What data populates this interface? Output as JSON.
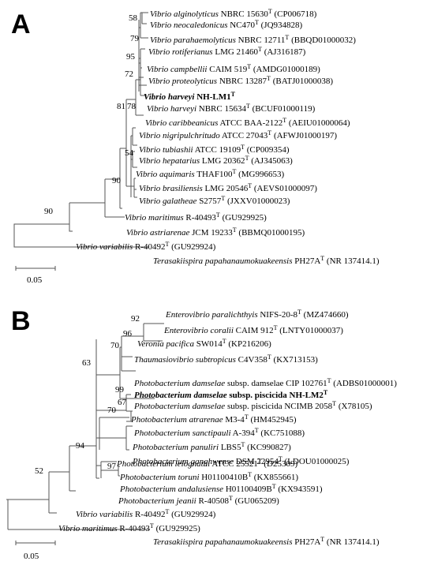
{
  "panels": [
    {
      "label": "A",
      "scale": "0.05",
      "taxa": [
        {
          "species": "Vibrio alginolyticus",
          "strain": "NBRC 15630",
          "type": true,
          "acc": "(CP006718)"
        },
        {
          "species": "Vibrio neocaledonicus",
          "strain": "NC470",
          "type": true,
          "acc": "(JQ934828)"
        },
        {
          "species": "Vibrio parahaemolyticus",
          "strain": "NBRC 12711",
          "type": true,
          "acc": "(BBQD01000032)"
        },
        {
          "species": "Vibrio rotiferianus",
          "strain": "LMG 21460",
          "type": true,
          "acc": "(AJ316187)"
        },
        {
          "species": "Vibrio campbellii",
          "strain": "CAIM 519",
          "type": true,
          "acc": "(AMDG01000189)"
        },
        {
          "species": "Vibrio proteolyticus",
          "strain": "NBRC 13287",
          "type": true,
          "acc": "(BATJ01000038)"
        },
        {
          "species": "Vibrio harveyi",
          "strain": "NH-LM1",
          "type": true,
          "acc": "",
          "bold": true
        },
        {
          "species": "Vibrio harveyi",
          "strain": "NBRC 15634",
          "type": true,
          "acc": "(BCUF01000119)"
        },
        {
          "species": "Vibrio caribbeanicus",
          "strain": "ATCC BAA-2122",
          "type": true,
          "acc": "(AEIU01000064)"
        },
        {
          "species": "Vibrio nigripulchritudo",
          "strain": "ATCC 27043",
          "type": true,
          "acc": "(AFWJ01000197)"
        },
        {
          "species": "Vibrio tubiashii",
          "strain": "ATCC 19109",
          "type": true,
          "acc": "(CP009354)"
        },
        {
          "species": "Vibrio hepatarius",
          "strain": "LMG 20362",
          "type": true,
          "acc": "(AJ345063)"
        },
        {
          "species": "Vibrio aquimaris",
          "strain": "THAF100",
          "type": true,
          "acc": "(MG996653)"
        },
        {
          "species": "Vibrio brasiliensis",
          "strain": "LMG 20546",
          "type": true,
          "acc": "(AEVS01000097)"
        },
        {
          "species": "Vibrio galatheae",
          "strain": "S2757",
          "type": true,
          "acc": "(JXXV01000023)"
        },
        {
          "species": "Vibrio maritimus",
          "strain": "R-40493",
          "type": true,
          "acc": "(GU929925)"
        },
        {
          "species": "Vibrio astriarenae",
          "strain": "JCM 19233",
          "type": true,
          "acc": "(BBMQ01000195)"
        },
        {
          "species": "Vibrio variabilis",
          "strain": "R-40492",
          "type": true,
          "acc": "(GU929924)"
        },
        {
          "species": "Terasakiispira papahanaumokuakeensis",
          "strain": "PH27A",
          "type": true,
          "acc": "(NR 137414.1)"
        }
      ],
      "bootstrap": [
        "58",
        "79",
        "95",
        "72",
        "81",
        "78",
        "54",
        "90",
        "90"
      ]
    },
    {
      "label": "B",
      "scale": "0.05",
      "taxa": [
        {
          "species": "Enterovibrio paralichthyis",
          "strain": "NIFS-20-8",
          "type": true,
          "acc": "(MZ474660)"
        },
        {
          "species": "Enterovibrio coralii",
          "strain": "CAIM 912",
          "type": true,
          "acc": "(LNTY01000037)"
        },
        {
          "species": "Veronia pacifica",
          "strain": "SW014",
          "type": true,
          "acc": "(KP216206)"
        },
        {
          "species": "Thaumasiovibrio subtropicus",
          "strain": "C4V358",
          "type": true,
          "acc": "(KX713153)"
        },
        {
          "species": "Photobacterium damselae",
          "strain": "subsp. damselae CIP 102761",
          "type": true,
          "acc": "(ADBS01000001)"
        },
        {
          "species": "Photobacterium damselae",
          "strain": "subsp. piscicida NH-LM2",
          "type": true,
          "acc": "",
          "bold": true
        },
        {
          "species": "Photobacterium damselae",
          "strain": "subsp. piscicida NCIMB 2058",
          "type": true,
          "acc": "(X78105)"
        },
        {
          "species": "Photobacterium atrarenae",
          "strain": "M3-4",
          "type": true,
          "acc": "(HM452945)"
        },
        {
          "species": "Photobacterium sanctipauli",
          "strain": "A-394",
          "type": true,
          "acc": "(KC751088)"
        },
        {
          "species": "Photobacterium panuliri",
          "strain": "LBS5",
          "type": true,
          "acc": "(KC990827)"
        },
        {
          "species": "Photobacterium ganghwense",
          "strain": "DSM 22954",
          "type": true,
          "acc": "(LDOU01000025)"
        },
        {
          "species": "Photobacterium leiognathi",
          "strain": "ATCC 25521",
          "type": true,
          "acc": "(D25309)"
        },
        {
          "species": "Photobacterium toruni",
          "strain": "H01100410B",
          "type": true,
          "acc": "(KX855661)"
        },
        {
          "species": "Photobacterium andalusiense",
          "strain": "H01100409B",
          "type": true,
          "acc": "(KX943591)"
        },
        {
          "species": "Photobacterium jeanii",
          "strain": "R-40508",
          "type": true,
          "acc": "(GU065209)"
        },
        {
          "species": "Vibrio variabilis",
          "strain": "R-40492",
          "type": true,
          "acc": "(GU929924)"
        },
        {
          "species": "Vibrio maritimus",
          "strain": "R-40493",
          "type": true,
          "acc": "(GU929925)"
        },
        {
          "species": "Terasakiispira papahanaumokuakeensis",
          "strain": "PH27A",
          "type": true,
          "acc": "(NR 137414.1)"
        }
      ],
      "bootstrap": [
        "92",
        "96",
        "70",
        "63",
        "99",
        "67",
        "70",
        "97",
        "94",
        "52"
      ]
    }
  ],
  "type_mark": "T"
}
